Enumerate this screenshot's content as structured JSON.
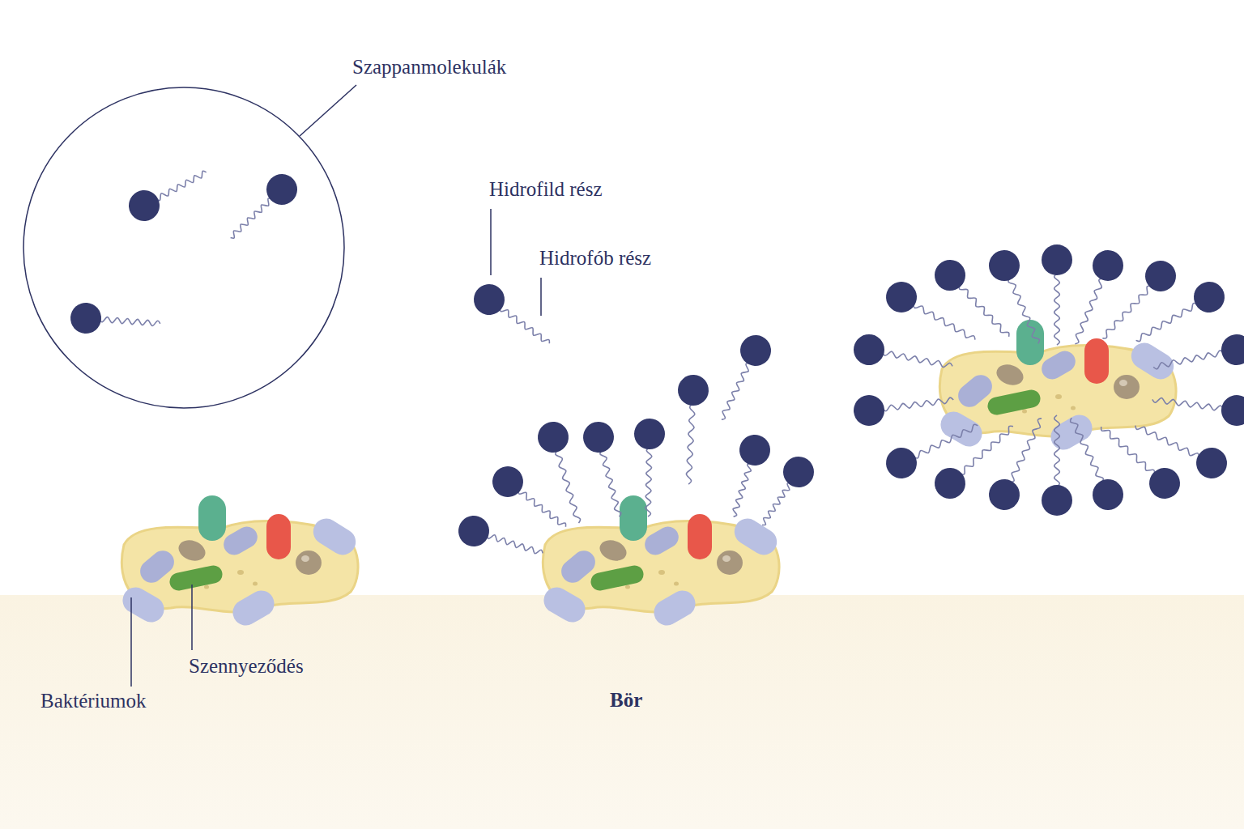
{
  "diagram": {
    "nodes": [
      {
        "text": [
          "Bör"
        ]
      }
    ],
    "labels": [
      "Szappanmolekulák",
      "Hidrofild rész",
      "Hidrofób rész",
      "Szennyeződés",
      "Baktériumok"
    ]
  }
}
